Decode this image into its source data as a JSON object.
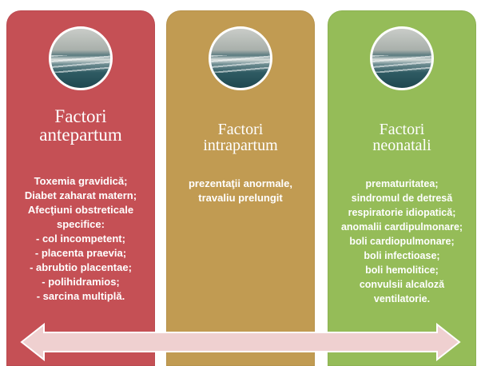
{
  "panels": [
    {
      "title_line1": "Factori",
      "title_line2": "antepartum",
      "color": "#c55055",
      "lines": [
        "Toxemia gravidică;",
        "Diabet zaharat matern;",
        "Afecţiuni obstreticale",
        "specifice:",
        "- col incompetent;",
        "- placenta praevia;",
        "- abrubtio placentae;",
        "- polihidramios;",
        "- sarcina multiplă."
      ]
    },
    {
      "title_line1": "Factori",
      "title_line2": "intrapartum",
      "color": "#c19b52",
      "lines": [
        "prezentaţii anormale,",
        "travaliu prelungit"
      ]
    },
    {
      "title_line1": "Factori",
      "title_line2": "neonatali",
      "color": "#95bc58",
      "lines": [
        "prematuritatea;",
        "sindromul de detresă",
        "respiratorie idiopatică;",
        "anomalii cardipulmonare;",
        "boli cardiopulmonare;",
        "boli infectioase;",
        "boli hemolitice;",
        "convulsii alcaloză",
        "ventilatorie."
      ]
    }
  ],
  "arrow": {
    "fill": "#efd0d0",
    "stroke": "#ffffff"
  }
}
